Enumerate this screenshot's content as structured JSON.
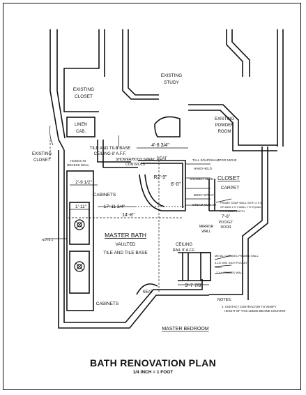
{
  "title": "BATH RENOVATION PLAN",
  "scale": "1/4 INCH = 1 FOOT",
  "rooms": {
    "existing_closet_top": [
      "EXISTING",
      "CLOSET"
    ],
    "existing_study": [
      "EXISTING",
      "STUDY"
    ],
    "linen_cab": [
      "LINEN",
      "CAB."
    ],
    "existing_powder_room": [
      "EXISTING",
      "POWDER",
      "ROOM"
    ],
    "existing_closet_left": [
      "EXISTING",
      "CLOSET"
    ],
    "closet": "CLOSET",
    "carpet": "CARPET",
    "master_bath": "MASTER BATH",
    "vaulted": "VAULTED",
    "tile_and_tile_base": "TILE AND TILE BASE",
    "master_bedroom": "MASTER BEDROOM",
    "cabinets_upper": "CABINETS",
    "cabinets_lower": "CABINETS",
    "seat_upper": "SEAT",
    "seat_lower": "SEAT"
  },
  "annotations": {
    "tile_base_ceiling": [
      "TILE AND TILE BASE",
      "CEILING 8' A.F.F."
    ],
    "shower_controls": [
      "SHOWER/BODY SPRAY",
      "CONTROLS"
    ],
    "hooks": [
      "HOOKS IN",
      "RECESS WALL"
    ],
    "tall_soap": "TALL SOAP/SHAMPOO NICHE",
    "hand_held": "HAND HELD",
    "shower_head": "SHOWER HEAD",
    "body_spray": "BODY SPRAY",
    "steam_outlet": "STEAM OUTLET",
    "frame_wall": [
      "FRAME SOAP WALL WITH 2 X 6",
      "OR ADD 2 X 4 WALL TO EQUAL",
      "2 X 6 WALL WIDTH"
    ],
    "pocket_door": [
      "7'-6\"",
      "POCKET",
      "DOOR"
    ],
    "mirror_wall": [
      "MIRROR",
      "WALL"
    ],
    "ceiling_rail": [
      "CEILING",
      "RAIL 8' A.F.F."
    ],
    "metal_channel": "METAL CHANNEL FRAMED WALL",
    "pocket_2": [
      "3-1/2 MIN. INCH POCKET",
      "WALL"
    ],
    "frame_2x4": "2 X 4 FRAMED WALL",
    "note1": "NOTE 1",
    "notes_title": "NOTES:",
    "notes_body": [
      "1-  CONTACT CONTRACTOR TO VERIFY",
      "HEIGHT OF THIS LEDGE BEHIND COUNTER"
    ]
  },
  "dimensions": {
    "d1": "4'-8 3/4\"",
    "d2": "R2'-9\"",
    "d3": "6'-0\"",
    "d4": "2'-9 1/2\"",
    "d5": "1'-11\"",
    "d6": "17'-11 3/4\"",
    "d7": "14'-8\"",
    "d8": "3'-7 7/8\""
  }
}
